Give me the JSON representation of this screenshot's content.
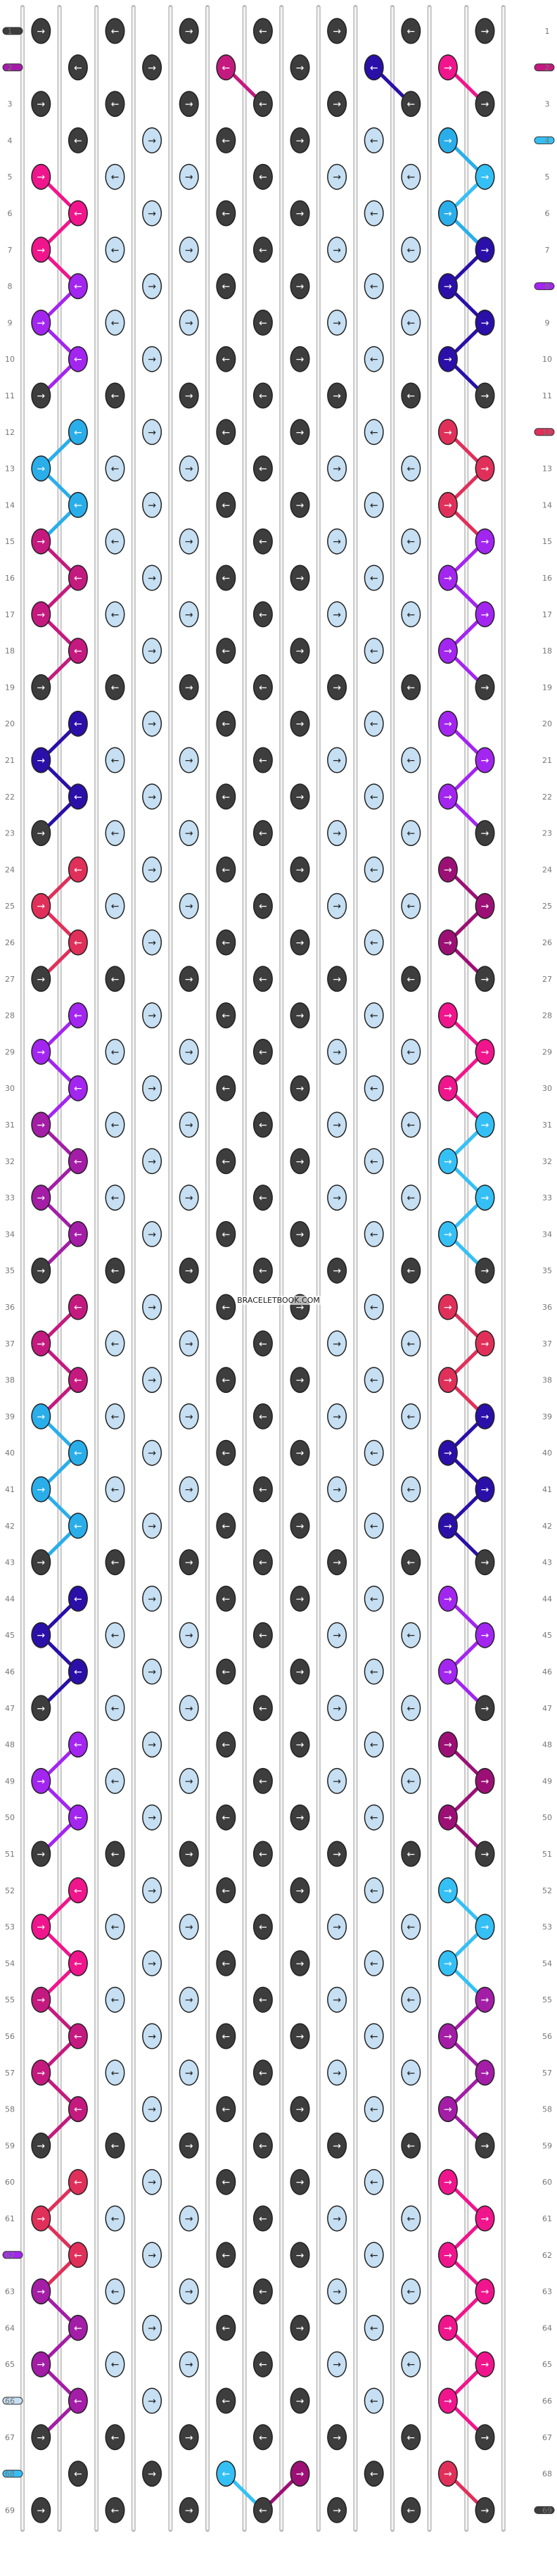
{
  "site": {
    "watermark": "BRACELETBOOK.COM"
  },
  "row_labels": [
    "1",
    "2",
    "3",
    "4",
    "5",
    "6",
    "7",
    "8",
    "9",
    "10",
    "11",
    "12",
    "13",
    "14",
    "15",
    "16",
    "17",
    "18",
    "19",
    "20",
    "21",
    "22",
    "23",
    "24",
    "25",
    "26",
    "27",
    "28",
    "29",
    "30",
    "31",
    "32",
    "33",
    "34",
    "35",
    "36",
    "37",
    "38",
    "39",
    "40",
    "41",
    "42",
    "43",
    "44",
    "45",
    "46",
    "47",
    "48",
    "49",
    "50",
    "51",
    "52",
    "53",
    "54",
    "55",
    "56",
    "57",
    "58",
    "59",
    "60",
    "61",
    "62",
    "63",
    "64",
    "65",
    "66",
    "67",
    "68",
    "69"
  ],
  "colors": {
    "A": "#3d3d3d",
    "B": "#c6dff2",
    "C": "#a31da6",
    "D": "#c41a7f",
    "E": "#2a0fa8",
    "F": "#f0158c",
    "G": "#2aaeea",
    "H": "#a325f0",
    "I": "#e0305a",
    "J": "#9c1075",
    "K": "#34c0f5"
  },
  "knot_rows": [
    "AAAAAAAA",
    "ACADDAEEAF",
    "AAAAAAAA",
    "ABBAABBG",
    "FBBAABBK",
    "FBBAABBG",
    "FBBAABBE",
    "HBBAABBE",
    "HBBAABBE",
    "HBBAABBE",
    "AAAGAAAA",
    "GBBAABBI",
    "GBBAABBI",
    "GBBAABBI",
    "DBBAABBH",
    "DBBAABBH",
    "DBBAABBH",
    "DBBAABBH",
    "AAAGAAAA",
    "EBBAABBH",
    "EBBAABBH",
    "EBBAABBH",
    "ABBAABBA",
    "IBBAABBJ",
    "IBBAABBJ",
    "IBBAABBJ",
    "AAAGAAAA",
    "HBBAABBF",
    "HBBAABBF",
    "HBBAABBF",
    "CBBAABBK",
    "CBBAABBK",
    "CBBAABBK",
    "CBBAABBK",
    "AAAGAAAA",
    "DBBAABBI",
    "DBBAABBI",
    "DBBAABBI",
    "GBBAABBE",
    "GBBAABBE",
    "GBBAABBE",
    "GBBAABBE",
    "AAAKAAAA",
    "EBBAABBH",
    "EBBAABBH",
    "EBBAABBH",
    "ABBAABBA",
    "HBBAABBJ",
    "HBBAABBJ",
    "HBBAABBJ",
    "AAAGAAAA",
    "FBBAABBK",
    "FBBAABBK",
    "FBBAABBK",
    "DBBAABBC",
    "DBBAABBC",
    "DBBAABBC",
    "DBBAABBC",
    "AAAKAAAA",
    "IBBAABBF",
    "IBBAABBF",
    "IBBAABBF",
    "CBBAABBF",
    "CBBAABBF",
    "CBBAABBF",
    "CBBAABBF",
    "AAAAAAAA",
    "AEAGKKAJJAAI",
    "AAAAAAAA"
  ],
  "edge_threads_left": {
    "2": "C",
    "4": "",
    "62": "H",
    "66": "B",
    "68": "K",
    "1": "A"
  },
  "edge_threads_right": {
    "2": "D",
    "4": "K",
    "8": "H",
    "12": "I",
    "69": "A"
  }
}
